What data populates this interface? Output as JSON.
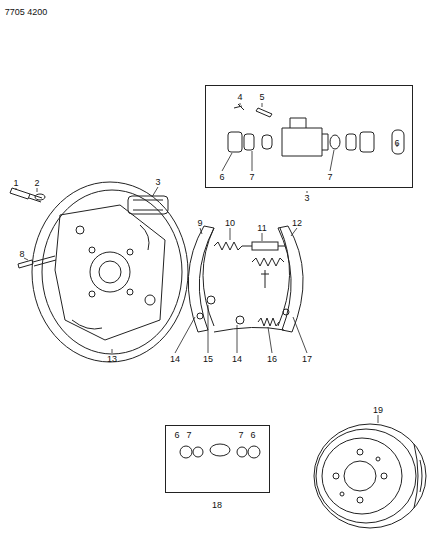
{
  "diagram": {
    "nodes": [
      {
        "text": [
          "3",
          "4",
          "5",
          "6",
          "7",
          "7",
          "6"
        ]
      },
      {
        "text": [
          "18",
          "6",
          "7",
          "7",
          "6"
        ]
      }
    ],
    "labels": [
      "7705 4200",
      "1",
      "2",
      "3",
      "8",
      "9",
      "10",
      "11",
      "12",
      "13",
      "14",
      "15",
      "14",
      "16",
      "17",
      "19"
    ]
  }
}
